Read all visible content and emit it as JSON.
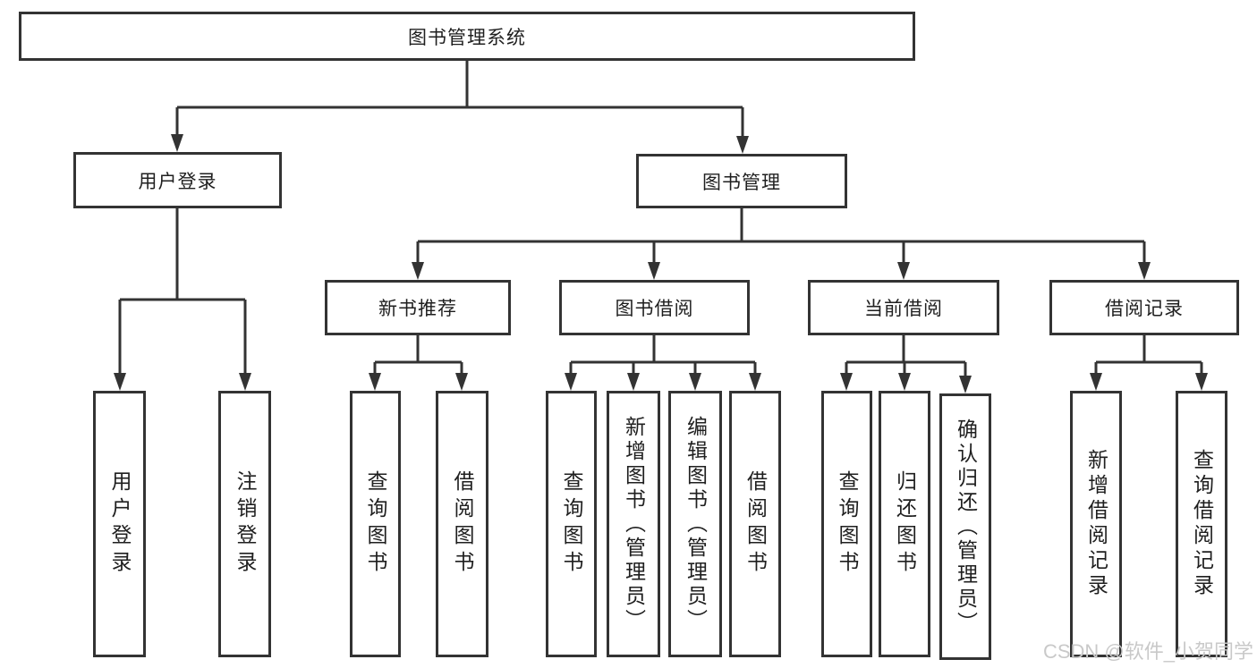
{
  "diagram_type": "hierarchy-tree",
  "root": "图书管理系统",
  "level2": {
    "user_login": "用户登录",
    "book_management": "图书管理"
  },
  "level3": {
    "new_book_recommendation": "新书推荐",
    "book_borrowing": "图书借阅",
    "current_borrowing": "当前借阅",
    "borrowing_records": "借阅记录"
  },
  "leaves": {
    "user": [
      "用户登录",
      "注销登录"
    ],
    "newbook": [
      "查询图书",
      "借阅图书"
    ],
    "borrow": [
      "查询图书",
      "新增图书（管理员）",
      "编辑图书（管理员）",
      "借阅图书"
    ],
    "current": [
      "查询图书",
      "归还图书",
      "确认归还（管理员）"
    ],
    "record": [
      "新增借阅记录",
      "查询借阅记录"
    ]
  },
  "watermark": "CSDN @软件_小贺同学",
  "colors": {
    "line": "#333333",
    "text": "#1f1f1f",
    "background": "#ffffff",
    "watermark": "#c9c9c9"
  }
}
